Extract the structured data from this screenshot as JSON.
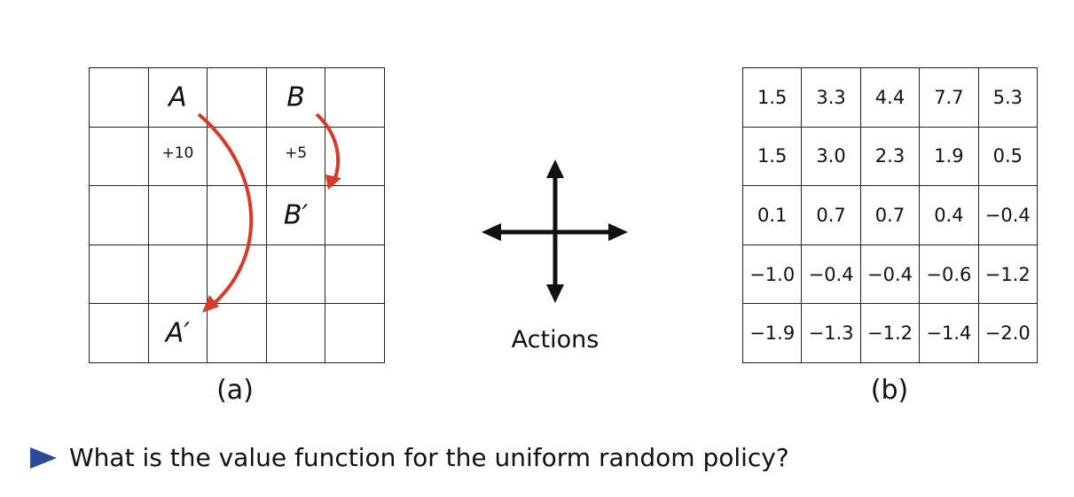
{
  "grid_a": {
    "labels": {
      "A": "A",
      "A_prime": "A′",
      "B": "B",
      "B_prime": "B′"
    },
    "rewards": {
      "A": "+10",
      "B": "+5"
    },
    "caption": "(a)",
    "arrow_color": "#d83a2a"
  },
  "actions": {
    "label": "Actions",
    "icon": "four-direction-arrows-icon"
  },
  "grid_b": {
    "values": [
      [
        "1.5",
        "3.3",
        "4.4",
        "7.7",
        "5.3"
      ],
      [
        "1.5",
        "3.0",
        "2.3",
        "1.9",
        "0.5"
      ],
      [
        "0.1",
        "0.7",
        "0.7",
        "0.4",
        "−0.4"
      ],
      [
        "−1.0",
        "−0.4",
        "−0.4",
        "−0.6",
        "−1.2"
      ],
      [
        "−1.9",
        "−1.3",
        "−1.2",
        "−1.4",
        "−2.0"
      ]
    ],
    "caption": "(b)"
  },
  "bullet": {
    "text": "What is the value function for the uniform random policy?",
    "icon": "triangle-bullet-icon",
    "color": "#2b4a9c"
  }
}
